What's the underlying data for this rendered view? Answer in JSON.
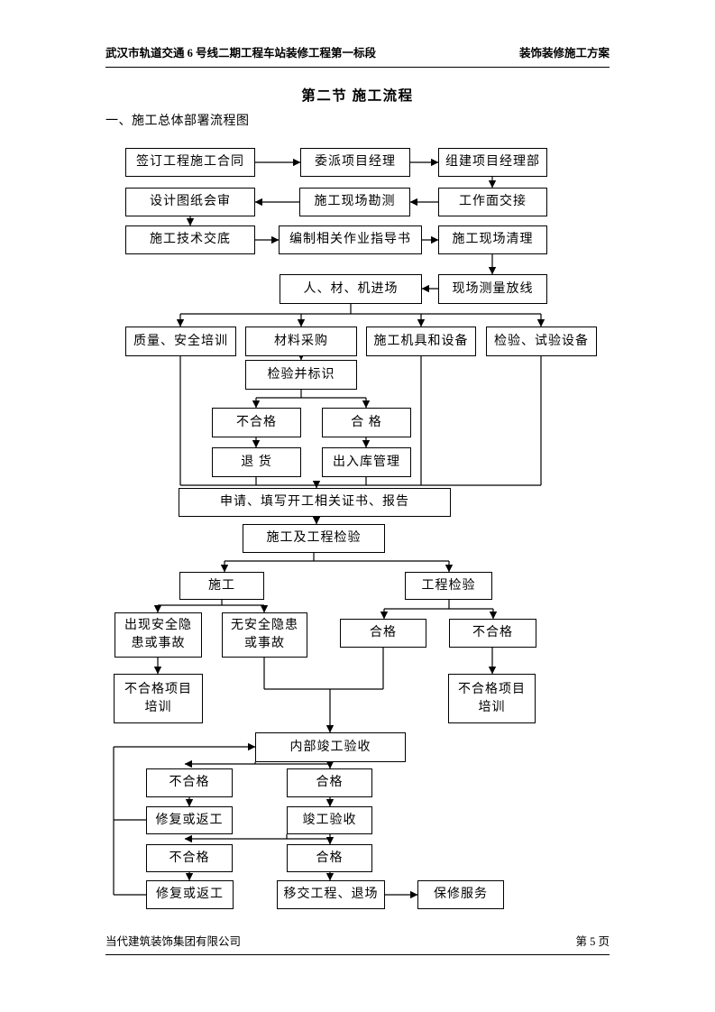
{
  "header": {
    "left": "武汉市轨道交通 6 号线二期工程车站装修工程第一标段",
    "right": "装饰装修施工方案"
  },
  "section_title": "第二节 施工流程",
  "subtitle": "一、施工总体部署流程图",
  "footer": {
    "company": "当代建筑装饰集团有限公司",
    "page": "第 5 页"
  },
  "colors": {
    "text": "#000000",
    "box_border": "#000000",
    "line": "#000000",
    "background": "#ffffff"
  },
  "flowchart": {
    "nodes": [
      {
        "id": "sign-contract",
        "label": "签订工程施工合同"
      },
      {
        "id": "appoint-project-manager",
        "label": "委派项目经理"
      },
      {
        "id": "form-pm-department",
        "label": "组建项目经理部"
      },
      {
        "id": "drawing-joint-review",
        "label": "设计图纸会审"
      },
      {
        "id": "construction-site-survey",
        "label": "施工现场勘测"
      },
      {
        "id": "workface-handover",
        "label": "工作面交接"
      },
      {
        "id": "technical-disclosure",
        "label": "施工技术交底"
      },
      {
        "id": "compile-work-instructions",
        "label": "编制相关作业指导书"
      },
      {
        "id": "site-cleanup",
        "label": "施工现场清理"
      },
      {
        "id": "personnel-material-machine-entry",
        "label": "人、材、机进场"
      },
      {
        "id": "site-measure-setting-out",
        "label": "现场测量放线"
      },
      {
        "id": "quality-safety-training",
        "label": "质量、安全培训"
      },
      {
        "id": "material-procurement",
        "label": "材料采购"
      },
      {
        "id": "construction-tools-equipment",
        "label": "施工机具和设备"
      },
      {
        "id": "inspection-test-equipment",
        "label": "检验、试验设备"
      },
      {
        "id": "inspect-and-mark",
        "label": "检验并标识"
      },
      {
        "id": "material-unqualified",
        "label": "不合格"
      },
      {
        "id": "material-qualified",
        "label": "合 格"
      },
      {
        "id": "return-goods",
        "label": "退 货"
      },
      {
        "id": "warehouse-management",
        "label": "出入库管理"
      },
      {
        "id": "apply-start-certificates-reports",
        "label": "申请、填写开工相关证书、报告"
      },
      {
        "id": "construction-and-inspection",
        "label": "施工及工程检验"
      },
      {
        "id": "construction",
        "label": "施工"
      },
      {
        "id": "project-inspection",
        "label": "工程检验"
      },
      {
        "id": "safety-hazard-or-accident",
        "label": "出现安全隐\n患或事故"
      },
      {
        "id": "no-safety-hazard-or-accident",
        "label": "无安全隐患\n或事故"
      },
      {
        "id": "inspection-qualified",
        "label": "合格"
      },
      {
        "id": "inspection-unqualified",
        "label": "不合格"
      },
      {
        "id": "unqualified-project-training-left",
        "label": "不合格项目\n培训"
      },
      {
        "id": "unqualified-project-training-right",
        "label": "不合格项目\n培训"
      },
      {
        "id": "internal-completion-acceptance",
        "label": "内部竣工验收"
      },
      {
        "id": "internal-unqualified",
        "label": "不合格"
      },
      {
        "id": "internal-qualified",
        "label": "合格"
      },
      {
        "id": "repair-or-rework-1",
        "label": "修复或返工"
      },
      {
        "id": "completion-acceptance",
        "label": "竣工验收"
      },
      {
        "id": "final-unqualified",
        "label": "不合格"
      },
      {
        "id": "final-qualified",
        "label": "合格"
      },
      {
        "id": "repair-or-rework-2",
        "label": "修复或返工"
      },
      {
        "id": "handover-and-exit",
        "label": "移交工程、退场"
      },
      {
        "id": "warranty-service",
        "label": "保修服务"
      }
    ],
    "edges": [
      "sign-contract -> appoint-project-manager",
      "appoint-project-manager -> form-pm-department",
      "form-pm-department -> workface-handover",
      "workface-handover -> construction-site-survey",
      "construction-site-survey -> drawing-joint-review",
      "drawing-joint-review -> technical-disclosure",
      "technical-disclosure -> compile-work-instructions",
      "compile-work-instructions -> site-cleanup",
      "site-cleanup -> site-measure-setting-out",
      "site-measure-setting-out -> personnel-material-machine-entry",
      "personnel-material-machine-entry -> quality-safety-training",
      "personnel-material-machine-entry -> material-procurement",
      "personnel-material-machine-entry -> construction-tools-equipment",
      "personnel-material-machine-entry -> inspection-test-equipment",
      "material-procurement -> inspect-and-mark",
      "inspect-and-mark -> material-unqualified",
      "inspect-and-mark -> material-qualified",
      "material-unqualified -> return-goods",
      "material-qualified -> warehouse-management",
      "quality-safety-training -> apply-start-certificates-reports",
      "return-goods -> apply-start-certificates-reports",
      "warehouse-management -> apply-start-certificates-reports",
      "construction-tools-equipment -> apply-start-certificates-reports",
      "inspection-test-equipment -> apply-start-certificates-reports",
      "apply-start-certificates-reports -> construction-and-inspection",
      "construction-and-inspection -> construction",
      "construction-and-inspection -> project-inspection",
      "construction -> safety-hazard-or-accident",
      "construction -> no-safety-hazard-or-accident",
      "safety-hazard-or-accident -> unqualified-project-training-left",
      "project-inspection -> inspection-qualified",
      "project-inspection -> inspection-unqualified",
      "inspection-unqualified -> unqualified-project-training-right",
      "no-safety-hazard-or-accident -> internal-completion-acceptance",
      "inspection-qualified -> internal-completion-acceptance",
      "internal-completion-acceptance -> internal-unqualified",
      "internal-completion-acceptance -> internal-qualified",
      "internal-unqualified -> repair-or-rework-1",
      "repair-or-rework-1 -> internal-completion-acceptance",
      "internal-qualified -> completion-acceptance",
      "completion-acceptance -> final-unqualified",
      "completion-acceptance -> final-qualified",
      "final-unqualified -> repair-or-rework-2",
      "repair-or-rework-2 -> internal-completion-acceptance",
      "final-qualified -> handover-and-exit",
      "handover-and-exit -> warranty-service"
    ]
  }
}
